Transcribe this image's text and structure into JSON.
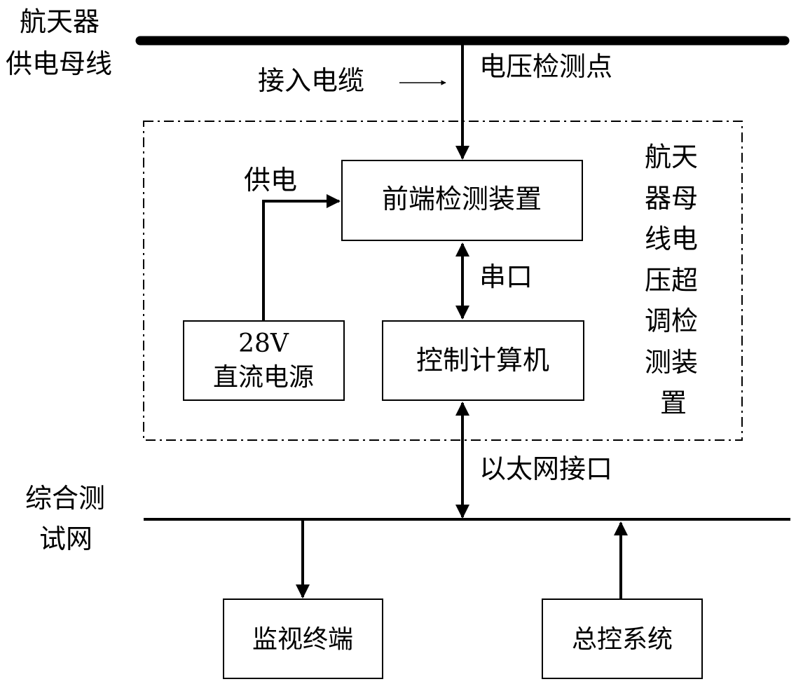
{
  "bus": {
    "title_line1": "航天器",
    "title_line2": "供电母线"
  },
  "cable": {
    "access_label": "接入电缆",
    "arrow_glyph": "⟶",
    "voltage_point_label": "电压检测点"
  },
  "device": {
    "title_chars": [
      "航天",
      "器母",
      "线电",
      "压超",
      "调检",
      "测装",
      "置"
    ]
  },
  "blocks": {
    "front_end": "前端检测装置",
    "control_computer": "控制计算机",
    "power_supply_line1": "28V",
    "power_supply_line2": "直流电源",
    "monitor_terminal": "监视终端",
    "master_control": "总控系统"
  },
  "links": {
    "power_label": "供电",
    "serial_label": "串口",
    "ethernet_label": "以太网接口"
  },
  "network": {
    "title_line1": "综合测",
    "title_line2": "试网"
  }
}
